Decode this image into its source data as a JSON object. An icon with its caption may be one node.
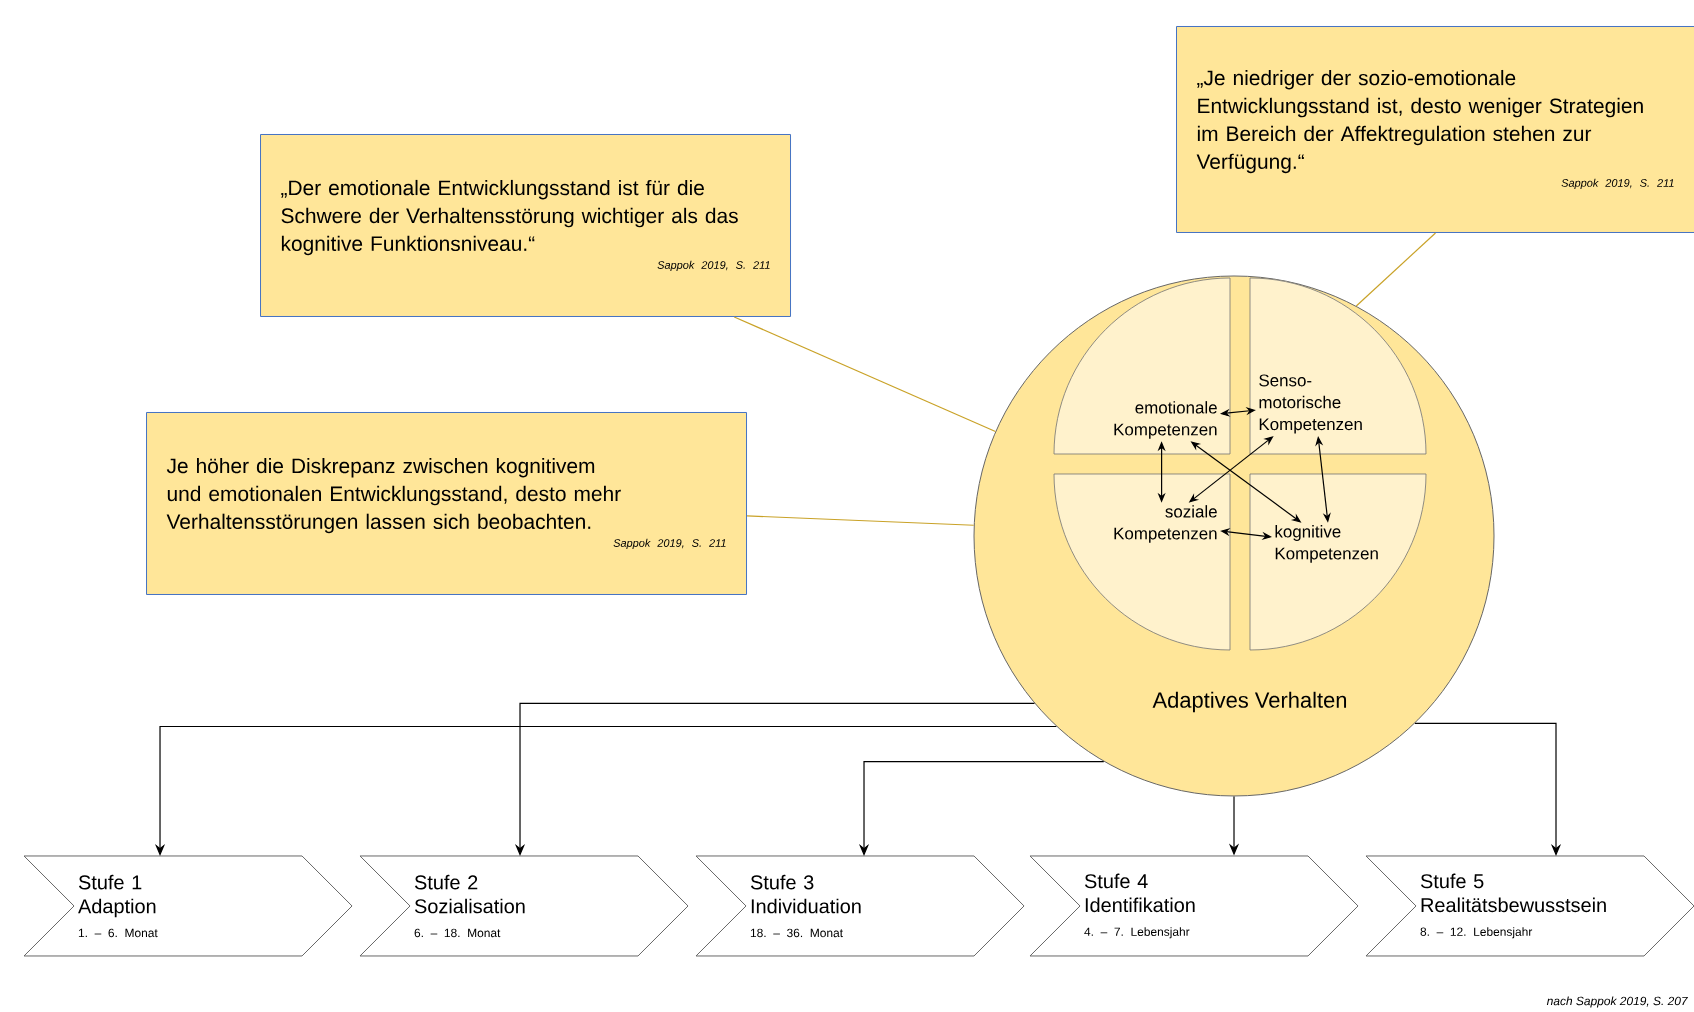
{
  "diagram": {
    "nodes": [
      {
        "text": [
          "„Der emotionale Entwicklungsstand ist für die Schwere der Verhaltensstörung wichtiger als das kognitive Funktionsniveau.“",
          "Sappok 2019, S. 211"
        ]
      },
      {
        "text": [
          "Je höher die Diskrepanz zwischen kognitivem und emotionalen Entwicklungsstand, desto mehr Verhaltensstörungen lassen sich beobachten.",
          "Sappok 2019, S. 211"
        ]
      },
      {
        "text": [
          "„Je niedriger der sozio-emotionale Entwicklungsstand ist, desto weniger Strategien im Bereich der Affektregulation stehen zur Verfügung.“",
          "Sappok 2019, S. 211"
        ]
      },
      {
        "text": [
          "Adaptives Verhalten"
        ]
      },
      {
        "text": [
          "emotionale Kompetenzen"
        ],
        "in": 3
      },
      {
        "text": [
          "Senso-motorische Kompetenzen"
        ],
        "in": 3
      },
      {
        "text": [
          "soziale Kompetenzen"
        ],
        "in": 3
      },
      {
        "text": [
          "kognitive Kompetenzen"
        ],
        "in": 3
      },
      {
        "text": [
          "Stufe 1",
          "Adaption",
          "1. – 6. Monat"
        ]
      },
      {
        "text": [
          "Stufe 2",
          "Sozialisation",
          "6. – 18. Monat"
        ]
      },
      {
        "text": [
          "Stufe 3",
          "Individuation",
          "18. – 36. Monat"
        ]
      },
      {
        "text": [
          "Stufe 4",
          "Identifikation",
          "4. – 7. Lebensjahr"
        ]
      },
      {
        "text": [
          "Stufe 5",
          "Realitätsbewusstsein",
          "8. – 12. Lebensjahr"
        ]
      }
    ],
    "edges": [
      {
        "from": 0,
        "to": 3,
        "arrow": "none",
        "color": "#c9a227"
      },
      {
        "from": 1,
        "to": 3,
        "arrow": "none",
        "color": "#c9a227"
      },
      {
        "from": 2,
        "to": 3,
        "arrow": "none",
        "color": "#c9a227"
      },
      {
        "from": 4,
        "to": 5,
        "arrow": "both"
      },
      {
        "from": 4,
        "to": 6,
        "arrow": "both"
      },
      {
        "from": 4,
        "to": 7,
        "arrow": "both"
      },
      {
        "from": 5,
        "to": 6,
        "arrow": "both"
      },
      {
        "from": 5,
        "to": 7,
        "arrow": "both"
      },
      {
        "from": 6,
        "to": 7,
        "arrow": "both"
      },
      {
        "from": 3,
        "to": 8,
        "arrow": "to"
      },
      {
        "from": 3,
        "to": 9,
        "arrow": "to"
      },
      {
        "from": 3,
        "to": 10,
        "arrow": "to"
      },
      {
        "from": 3,
        "to": 11,
        "arrow": "to"
      },
      {
        "from": 3,
        "to": 12,
        "arrow": "to"
      }
    ],
    "labels": [
      "nach Sappok 2019, S. 207"
    ]
  }
}
